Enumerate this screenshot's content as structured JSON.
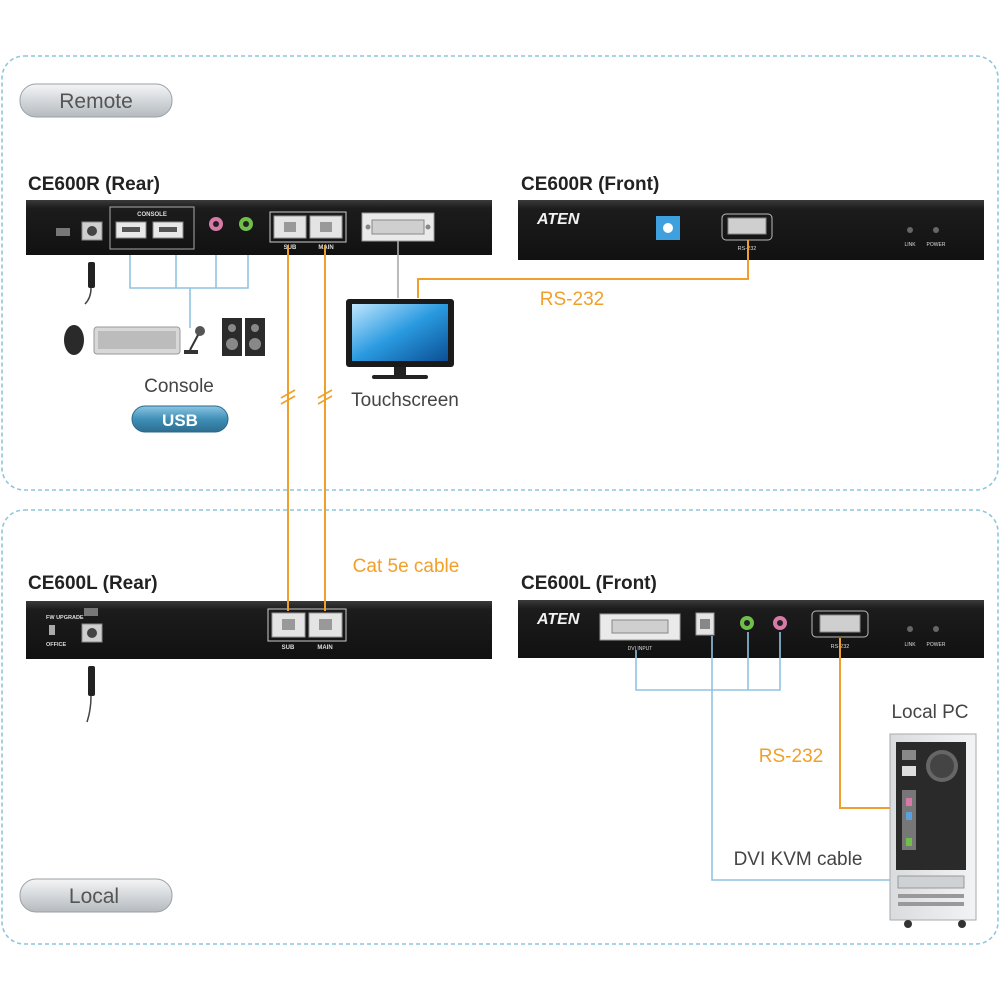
{
  "sections": {
    "remote": "Remote",
    "local": "Local"
  },
  "devices": {
    "ce600r_rear": {
      "title": "CE600R (Rear)",
      "usb_group_label": "CONSOLE",
      "port_sub": "SUB",
      "port_main": "MAIN"
    },
    "ce600r_front": {
      "title": "CE600R (Front)",
      "brand": "ATEN",
      "port_rs232": "RS-232",
      "led_link": "LINK",
      "led_power": "POWER"
    },
    "ce600l_rear": {
      "title": "CE600L (Rear)",
      "switch_top": "FW UPGRADE",
      "switch_bottom": "OFFICE",
      "port_sub": "SUB",
      "port_main": "MAIN"
    },
    "ce600l_front": {
      "title": "CE600L (Front)",
      "brand": "ATEN",
      "port_dvi": "DVI INPUT",
      "port_rs232": "RS-232",
      "led_link": "LINK",
      "led_power": "POWER"
    }
  },
  "peripherals": {
    "console": "Console",
    "usb_badge": "USB",
    "touchscreen": "Touchscreen",
    "local_pc": "Local PC"
  },
  "cables": {
    "rs232_remote": "RS-232",
    "cat5e": "Cat 5e cable",
    "rs232_local": "RS-232",
    "dvi_kvm": "DVI KVM cable"
  },
  "colors": {
    "orange": "#f0a02a",
    "blue_line": "#8fc4e0",
    "dashed_border": "#8cc7de",
    "device_body": "#1e1e1e",
    "title_text": "#222222",
    "pill_bg": "#cfd3d6",
    "usb_pill": "#4a93b8"
  }
}
